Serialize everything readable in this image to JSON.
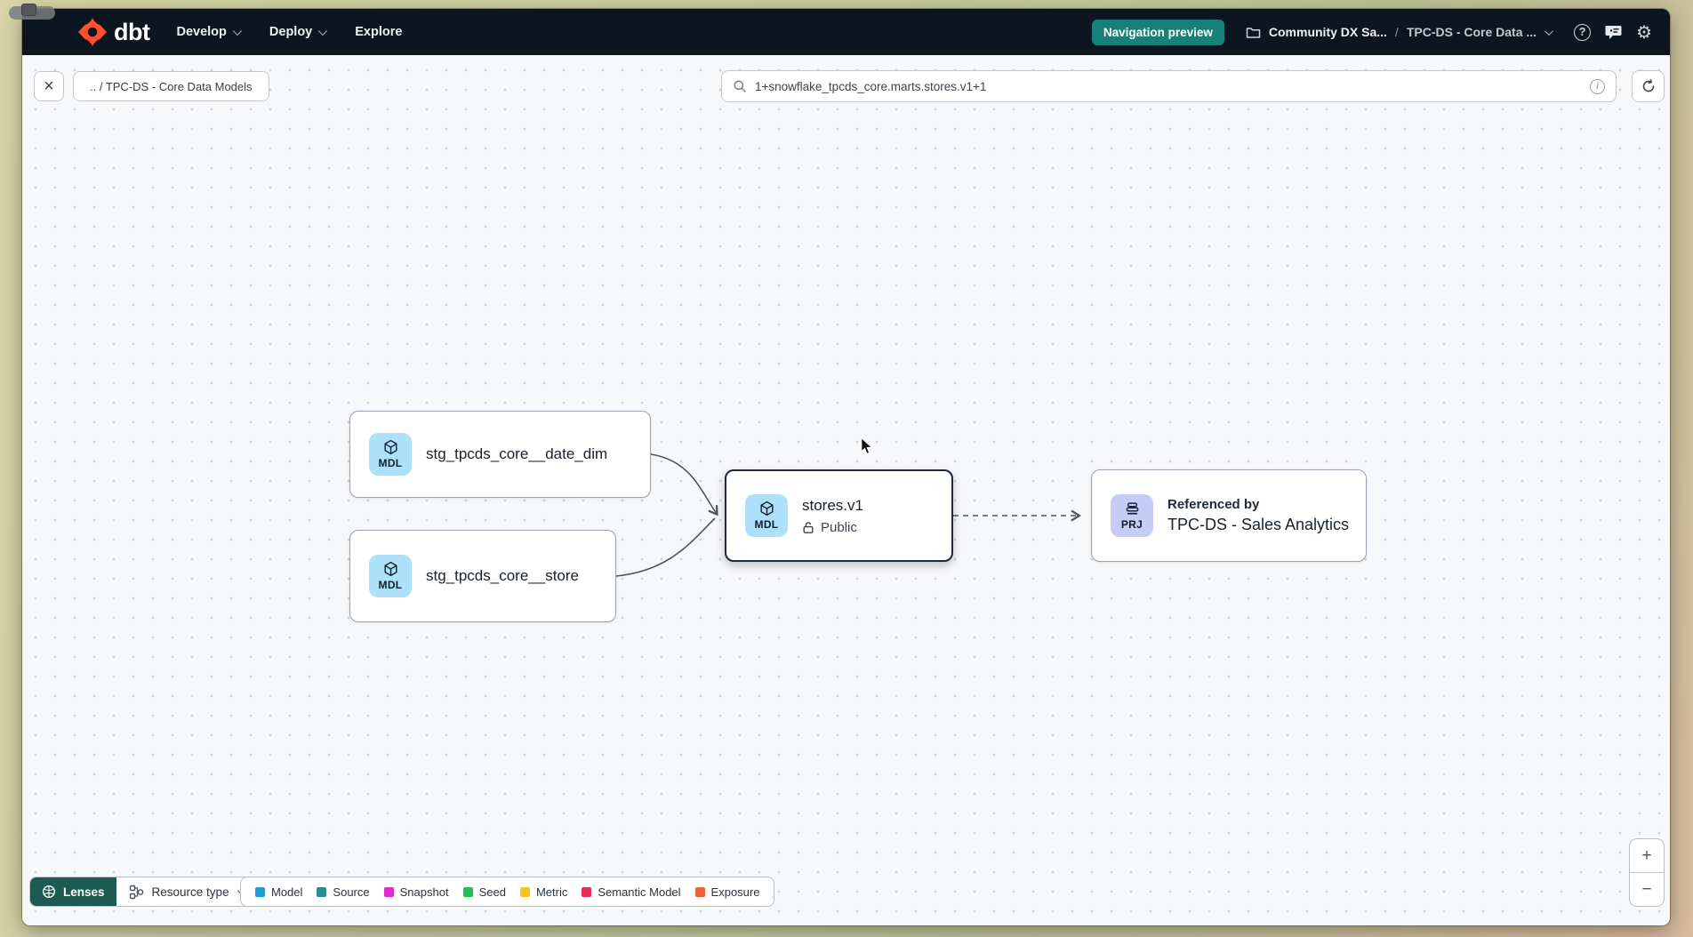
{
  "navbar": {
    "logo_text": "dbt",
    "menu": [
      {
        "label": "Develop"
      },
      {
        "label": "Deploy"
      },
      {
        "label": "Explore"
      }
    ],
    "preview_badge": "Navigation preview",
    "breadcrumb": {
      "project": "Community DX Sa...",
      "separator": "/",
      "page": "TPC-DS - Core Data ..."
    },
    "help_label": "?"
  },
  "toolbar": {
    "close_label": "×",
    "path_chip": ".. / TPC-DS - Core Data Models",
    "search_value": "1+snowflake_tpcds_core.marts.stores.v1+1",
    "info_label": "i"
  },
  "graph": {
    "nodes": {
      "date_dim": {
        "badge": "MDL",
        "label": "stg_tpcds_core__date_dim"
      },
      "store": {
        "badge": "MDL",
        "label": "stg_tpcds_core__store"
      },
      "stores_v1": {
        "badge": "MDL",
        "label": "stores.v1",
        "access": "Public"
      },
      "referenced": {
        "badge": "PRJ",
        "caption": "Referenced by",
        "label": "TPC-DS - Sales Analytics"
      }
    }
  },
  "footer": {
    "lenses_label": "Lenses",
    "resource_type_label": "Resource type",
    "legend": [
      {
        "label": "Model",
        "color": "#1f9cdb"
      },
      {
        "label": "Source",
        "color": "#2e8c8c"
      },
      {
        "label": "Snapshot",
        "color": "#de2fc4"
      },
      {
        "label": "Seed",
        "color": "#1fc24e"
      },
      {
        "label": "Metric",
        "color": "#f6c51d"
      },
      {
        "label": "Semantic Model",
        "color": "#e62e57"
      },
      {
        "label": "Exposure",
        "color": "#ed6337"
      }
    ]
  },
  "zoom_controls": {
    "zoom_in": "+",
    "zoom_out": "−"
  },
  "colors": {
    "navbar_bg": "#0d1520",
    "accent_teal": "#17807a",
    "lenses_teal": "#1d5a54",
    "model_badge_bg": "#ade1f9",
    "project_badge_bg": "#c5cdf7",
    "logo_orange": "#ff4f2e"
  }
}
